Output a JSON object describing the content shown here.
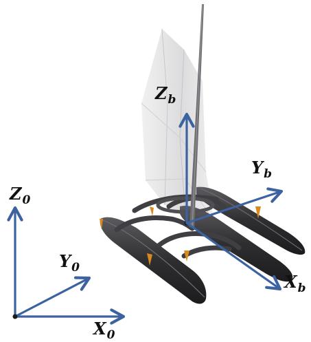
{
  "figure": {
    "colors": {
      "axis": "#3c62a0",
      "hull": "#2f2f31",
      "hull_highlight": "#5a5a5e",
      "strut": "#4a4a4e",
      "mast": "#7a7a7e",
      "sail": "#dcdcde",
      "accent": "#d98a1f"
    }
  },
  "world_frame": {
    "origin_label": "",
    "x_axis": {
      "base": "X",
      "sub": "0"
    },
    "y_axis": {
      "base": "Y",
      "sub": "0"
    },
    "z_axis": {
      "base": "Z",
      "sub": "0"
    }
  },
  "body_frame": {
    "x_axis": {
      "base": "X",
      "sub": "b"
    },
    "y_axis": {
      "base": "Y",
      "sub": "b"
    },
    "z_axis": {
      "base": "Z",
      "sub": "b"
    }
  }
}
